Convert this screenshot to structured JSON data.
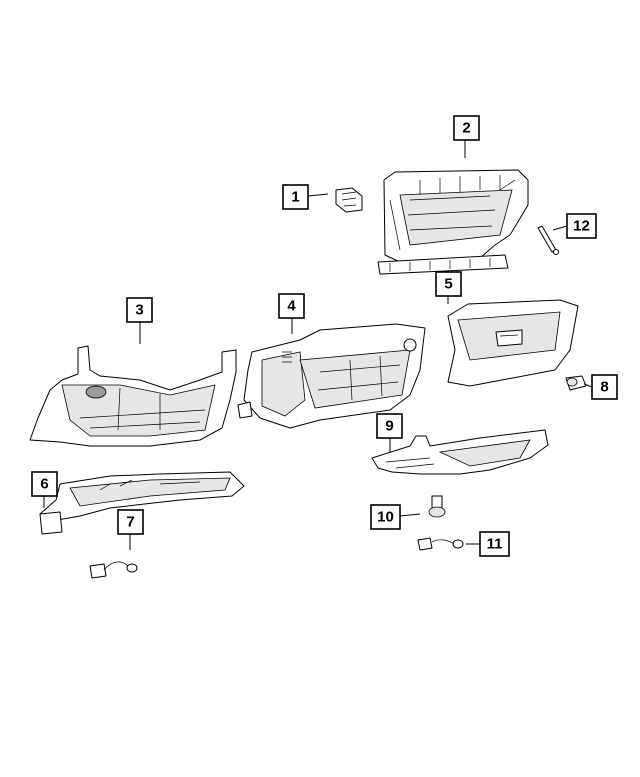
{
  "callouts": [
    {
      "id": "c1",
      "label": "1"
    },
    {
      "id": "c2",
      "label": "2"
    },
    {
      "id": "c3",
      "label": "3"
    },
    {
      "id": "c4",
      "label": "4"
    },
    {
      "id": "c5",
      "label": "5"
    },
    {
      "id": "c6",
      "label": "6"
    },
    {
      "id": "c7",
      "label": "7"
    },
    {
      "id": "c8",
      "label": "8"
    },
    {
      "id": "c9",
      "label": "9"
    },
    {
      "id": "c10",
      "label": "10"
    },
    {
      "id": "c11",
      "label": "11"
    },
    {
      "id": "c12",
      "label": "12"
    }
  ],
  "colors": {
    "line": "#000000",
    "background": "#ffffff",
    "shade": "#e6e6e6"
  }
}
